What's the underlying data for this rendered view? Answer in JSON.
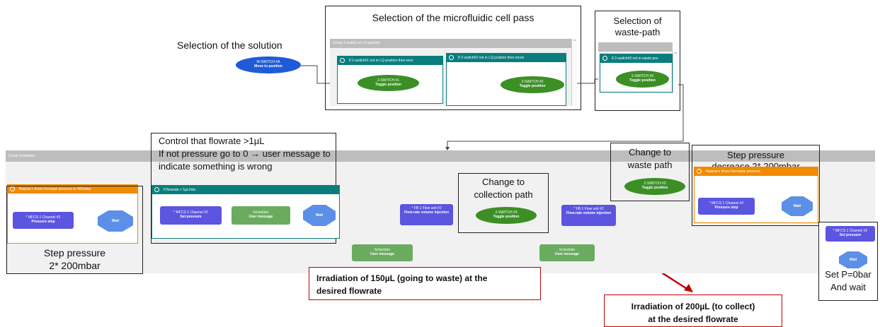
{
  "annotations": {
    "solution": "Selection of the solution",
    "cell_pass": "Selection of the microfluidic cell pass",
    "waste_path_1": "Selection of",
    "waste_path_2": "waste-path",
    "flow_control_1": "Control that flowrate >1µL",
    "flow_control_2": "If not  pressure go to 0 → user message to",
    "flow_control_3": "indicate something is wrong",
    "change_waste_1": "Change to",
    "change_waste_2": "waste path",
    "step_decrease_1": "Step pressure",
    "step_decrease_2": "decrease 2* 200mbar",
    "change_collection_1": "Change to",
    "change_collection_2": "collection path",
    "step_pressure_1": "Step pressure",
    "step_pressure_2": "2* 200mbar",
    "set_p_1": "Set P=0bar",
    "set_p_2": "And wait",
    "irradiation_150_1": "Irradiation of 150µL (going to waste) at the",
    "irradiation_150_2": "desired flowrate",
    "irradiation_200_1": "Irradiation of 200µL (to collect)",
    "irradiation_200_2": "at the desired flowrate"
  },
  "groups": {
    "top_group": "Group   2-switch on LQ position",
    "top_if_1": "If   2-switch#1 not in LQ position then mov",
    "top_if_2": "If   2-switch#2 not in LQ position then move",
    "waste_if": "If   2-switch#3 not in waste pos",
    "main_group": "Group   Irradiation",
    "repeat_1": "Repeat n times   Increase pressure to 400mbar",
    "if_flow": "If   flowrate < 1µL/min",
    "repeat_2": "Repeat n times   Decrease pressure"
  },
  "nodes": {
    "mswitch": {
      "line1": "M-SWITCH #A",
      "line2": "Move to position"
    },
    "switch1": {
      "line1": "2-SWITCH #1",
      "line2": "Toggle position"
    },
    "switch2": {
      "line1": "2-SWITCH #2",
      "line2": "Toggle position"
    },
    "switch3_top": {
      "line1": "2-SWITCH #3",
      "line2": "Toggle position"
    },
    "mfcs_step1": {
      "line1": "* MFCS 1 Channel #2",
      "line2": "Pressure step"
    },
    "wait1": {
      "line1": "",
      "line2": "Wait"
    },
    "mfcs_set": {
      "line1": "* MFCS 1 Channel #2",
      "line2": "Set pressure"
    },
    "sched1": {
      "line1": "Scheduler",
      "line2": "User message"
    },
    "wait2": {
      "line1": "",
      "line2": "Wait"
    },
    "sched2": {
      "line1": "Scheduler",
      "line2": "User message"
    },
    "fb1": {
      "line1": "* FB 1 Flow unit #2",
      "line2": "Flow-rate volume injection"
    },
    "switch3_mid": {
      "line1": "2-SWITCH #3",
      "line2": "Toggle position"
    },
    "sched3": {
      "line1": "Scheduler",
      "line2": "User message"
    },
    "fb2": {
      "line1": "* FB 1 Flow unit #2",
      "line2": "Flow-rate volume injection"
    },
    "switch3_right": {
      "line1": "2-SWITCH #3",
      "line2": "Toggle position"
    },
    "mfcs_step2": {
      "line1": "* MFCS 1 Channel #2",
      "line2": "Pressure step"
    },
    "wait3": {
      "line1": "",
      "line2": "Wait"
    },
    "mfcs_set2": {
      "line1": "* MFCS 1 Channel #2",
      "line2": "Set pressure"
    },
    "wait4": {
      "line1": "",
      "line2": "Wait"
    }
  },
  "colors": {
    "accent_teal": "#0b7d7d",
    "accent_orange": "#f08a00",
    "highlight_red": "#c00000",
    "node_green": "#3b8f24",
    "node_purple": "#5b55e0",
    "node_blue": "#1f5bd8"
  }
}
